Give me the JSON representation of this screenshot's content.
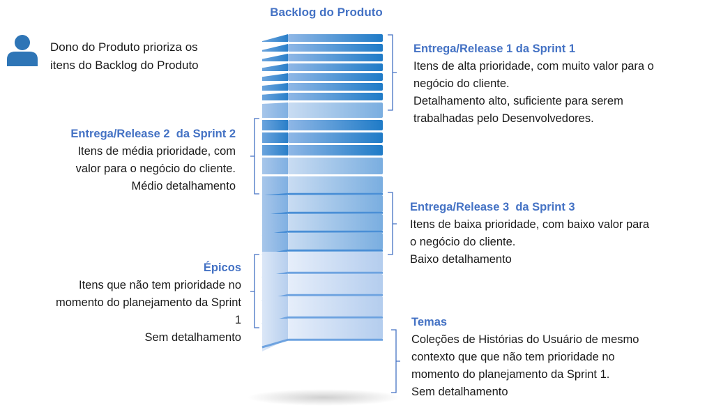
{
  "title": "Backlog do Produto",
  "owner": {
    "icon": "user-icon",
    "lines": [
      "Dono do Produto prioriza os",
      "itens do Backlog do Produto"
    ]
  },
  "colors": {
    "accent": "#4472c4",
    "dark_blue": "#1f7bc7",
    "light_blue": "#c7d9f1",
    "text": "#1a1a1a"
  },
  "blocks": [
    {
      "id": "release1",
      "heading": "Entrega/Release 1 da Sprint 1",
      "lines": [
        "Itens de alta prioridade, com muito valor para o",
        "negócio do cliente.",
        "Detalhamento alto, suficiente para serem",
        "trabalhadas pelo Desenvolvedores."
      ]
    },
    {
      "id": "release2",
      "heading": "Entrega/Release 2  da Sprint 2",
      "lines": [
        "Itens de média prioridade, com",
        "valor para o negócio do cliente.",
        "Médio detalhamento"
      ]
    },
    {
      "id": "release3",
      "heading": "Entrega/Release 3  da Sprint 3",
      "lines": [
        "Itens de baixa prioridade, com baixo valor para",
        "o negócio do cliente.",
        "Baixo detalhamento"
      ]
    },
    {
      "id": "epicos",
      "heading": "Épicos",
      "lines": [
        "Itens que não tem prioridade no",
        "momento do planejamento da Sprint",
        "1",
        "Sem detalhamento"
      ]
    },
    {
      "id": "temas",
      "heading": "Temas",
      "lines": [
        "Coleções de Histórias do Usuário de mesmo",
        "contexto que que não tem prioridade no",
        "momento do planejamento da Sprint 1.",
        "Sem detalhamento"
      ]
    }
  ],
  "stack": {
    "layers_high": 8,
    "layers_medium": 4,
    "layers_low": 4,
    "layers_none": 4
  }
}
